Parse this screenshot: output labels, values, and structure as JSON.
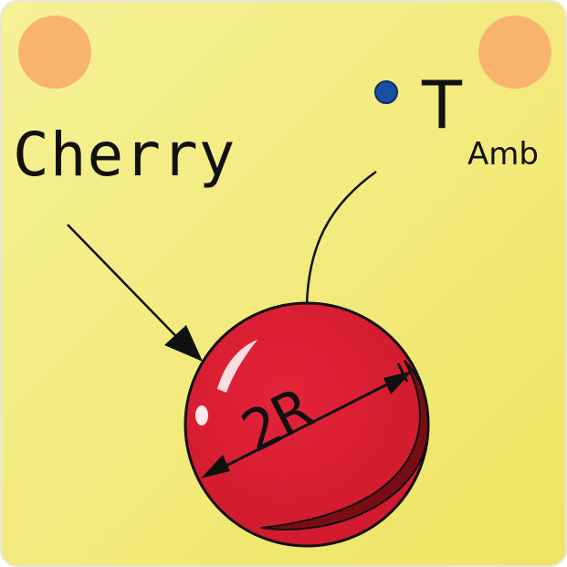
{
  "diagram": {
    "cherry_label": "Cherry",
    "temp_main": "T",
    "temp_sub": "Amb",
    "diameter_label": "2R"
  },
  "colors": {
    "background_start": "#f6f197",
    "background_end": "#efe462",
    "corner_dots": "#f8b46c",
    "cherry_body": "#d81b2f",
    "cherry_shadow": "#7a0c14",
    "probe_dot": "#1a4fa3",
    "ink": "#111111"
  }
}
